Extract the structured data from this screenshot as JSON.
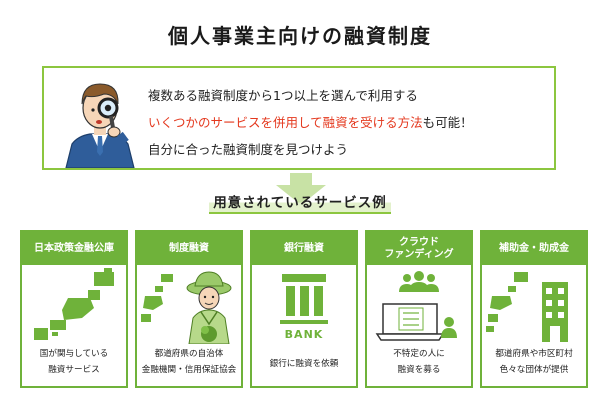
{
  "title": "個人事業主向けの融資制度",
  "info": {
    "line1": "複数ある融資制度から1つ以上を選んで利用する",
    "line2_highlight": "いくつかのサービスを併用して融資を受ける方法",
    "line2_rest": "も可能！",
    "line3": "自分に合った融資制度を見つけよう"
  },
  "services_heading": "用意されているサービス例",
  "cards": [
    {
      "head": [
        "日本政策金融公庫"
      ],
      "icon": "japan-map-icon",
      "desc": [
        "国が関与している",
        "融資サービス"
      ]
    },
    {
      "head": [
        "制度融資"
      ],
      "icon": "farmer-and-japan-map-icon",
      "desc": [
        "都道府県の自治体",
        "金融機関・信用保証協会"
      ]
    },
    {
      "head": [
        "銀行融資"
      ],
      "icon": "bank-icon",
      "icon_text": "BANK",
      "desc": [
        "銀行に融資を依頼"
      ]
    },
    {
      "head": [
        "クラウド",
        "ファンディング"
      ],
      "icon": "laptop-and-people-icon",
      "desc": [
        "不特定の人に",
        "融資を募る"
      ]
    },
    {
      "head": [
        "補助金・助成金"
      ],
      "icon": "japan-map-and-building-icon",
      "desc": [
        "都道府県や市区町村",
        "色々な団体が提供"
      ]
    }
  ],
  "colors": {
    "accent_green": "#6fb23a",
    "box_border": "#8cc63f",
    "highlight_red": "#e4381e"
  }
}
